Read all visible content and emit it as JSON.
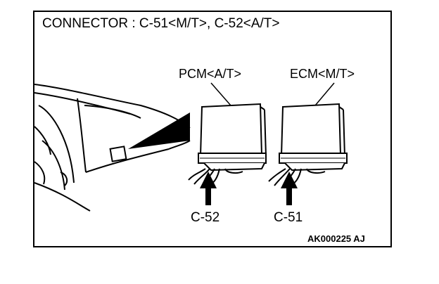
{
  "title": "CONNECTOR : C-51<M/T>, C-52<A/T>",
  "modules": {
    "pcm_label": "PCM<A/T>",
    "ecm_label": "ECM<M/T>"
  },
  "connectors": {
    "pcm_connector": "C-52",
    "ecm_connector": "C-51"
  },
  "figure_code": "AK000225 AJ",
  "colors": {
    "ink": "#000000",
    "paper": "#ffffff"
  }
}
